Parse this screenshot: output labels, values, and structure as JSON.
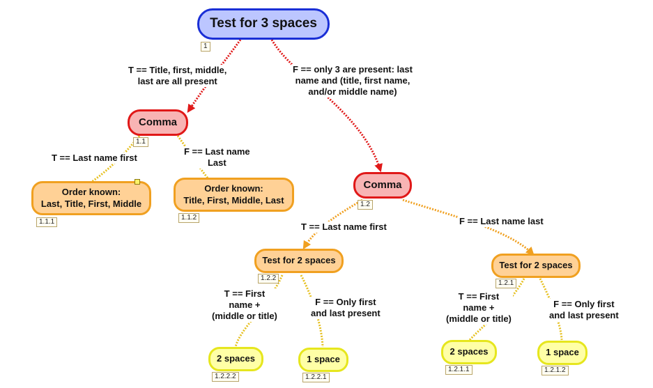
{
  "nodes": {
    "root": {
      "label": "Test for 3 spaces",
      "id": "1"
    },
    "n11": {
      "label": "Comma",
      "id": "1.1"
    },
    "n111": {
      "label": "Order known:\nLast, Title, First, Middle",
      "id": "1.1.1"
    },
    "n112": {
      "label": "Order known:\nTitle, First, Middle, Last",
      "id": "1.1.2"
    },
    "n12": {
      "label": "Comma",
      "id": "1.2"
    },
    "n122": {
      "label": "Test for 2 spaces",
      "id": "1.2.2"
    },
    "n121": {
      "label": "Test for 2 spaces",
      "id": "1.2.1"
    },
    "n1222": {
      "label": "2 spaces",
      "id": "1.2.2.2"
    },
    "n1221": {
      "label": "1 space",
      "id": "1.2.2.1"
    },
    "n1211": {
      "label": "2 spaces",
      "id": "1.2.1.1"
    },
    "n1212": {
      "label": "1 space",
      "id": "1.2.1.2"
    }
  },
  "edges": {
    "root_n11": "T == Title, first, middle,\nlast are all present",
    "root_n12": "F == only 3 are present: last\nname and (title, first name,\nand/or middle name)",
    "n11_n111": "T == Last name first",
    "n11_n112": "F == Last name\nLast",
    "n12_n122": "T == Last name first",
    "n12_n121": "F == Last name last",
    "n122_n1222": "T == First\nname +\n(middle or title)",
    "n122_n1221": "F == Only first\nand last present",
    "n121_n1211": "T == First\nname +\n(middle or title)",
    "n121_n1212": "F == Only first\nand last present"
  },
  "colors": {
    "root_fill": "#bcc6ff",
    "root_border": "#1a2fd6",
    "red_fill": "#f8b4b4",
    "red_border": "#e01818",
    "orange_fill": "#ffd196",
    "orange_border": "#f0a020",
    "yellow_fill": "#ffffa6",
    "yellow_border": "#e6e61e"
  }
}
